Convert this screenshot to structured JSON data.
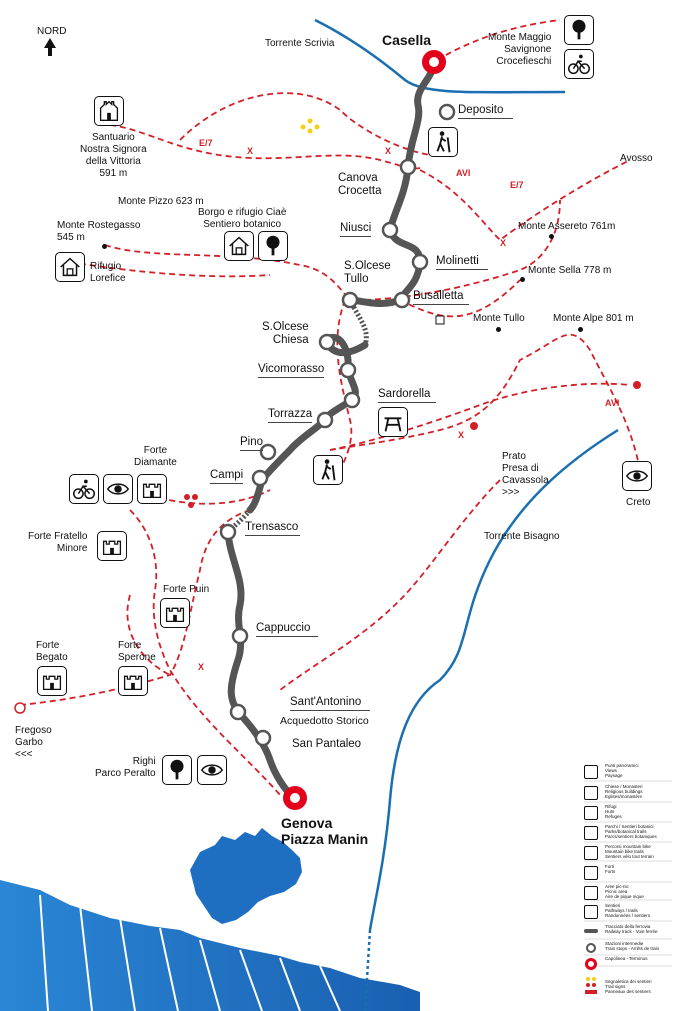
{
  "north": "NORD",
  "stations": {
    "casella": "Casella",
    "deposito": "Deposito",
    "canova": "Canova\nCrocetta",
    "niusci": "Niusci",
    "molinetti": "Molinetti",
    "solcese_tullo": "S.Olcese\nTullo",
    "busalletta": "Busalletta",
    "solcese_chiesa": "S.Olcese\nChiesa",
    "vicomorasso": "Vicomorasso",
    "sardorella": "Sardorella",
    "torrazza": "Torrazza",
    "pino": "Pino",
    "campi": "Campi",
    "trensasco": "Trensasco",
    "cappuccio": "Cappuccio",
    "sant_antonino": "Sant'Antonino",
    "acquedotto": "Acquedotto Storico",
    "san_pantaleo": "San Pantaleo",
    "genova": "Genova\nPiazza Manin"
  },
  "places": {
    "torrente_scrivia": "Torrente Scrivia",
    "monte_maggio": "Monte Maggio\nSavignone\nCrocefieschi",
    "santuario": "Santuario\nNostra Signora\ndella Vittoria\n591 m",
    "avosso": "Avosso",
    "monte_pizzo": "Monte Pizzo 623 m",
    "borgo_ciae": "Borgo e rifugio Ciaè\nSentiero botanico",
    "monte_rostegasso": "Monte Rostegasso\n545 m",
    "rifugio_lorefice": "Rifugio\nLorefice",
    "monte_assereto": "Monte Assereto 761m",
    "monte_sella": "Monte Sella 778 m",
    "monte_tullo": "Monte Tullo",
    "monte_alpe": "Monte Alpe 801 m",
    "forte_diamante": "Forte\nDiamante",
    "prato_presa": "Prato\nPresa di\nCavassola\n>>>",
    "creto": "Creto",
    "torrente_bisagno": "Torrente Bisagno",
    "forte_fratello": "Forte Fratello\nMinore",
    "forte_puin": "Forte Puin",
    "forte_begato": "Forte\nBegato",
    "forte_sperone": "Forte\nSperone",
    "fregoso": "Fregoso\nGarbo\n<<<",
    "righi": "Righi\nParco Peralto"
  },
  "trail_marks": {
    "e7": "E/7",
    "avi": "AVI",
    "x": "X"
  },
  "legend": [
    {
      "icon": "eye-icon",
      "text": "Punti panoramici\nViews\nPaysage"
    },
    {
      "icon": "church-icon",
      "text": "Chiese / Monasteri\nReligious buildings\nEglises/monastère"
    },
    {
      "icon": "house-icon",
      "text": "Rifugi\nHuts\nRefuges"
    },
    {
      "icon": "tree-icon",
      "text": "Parchi / Sentieri botanici\nParks/botanical trails\nParcs/sentiers botaniques"
    },
    {
      "icon": "bike-icon",
      "text": "Percorsi mountain bike\nMountain bike trails\nSentiers vélo tout terrain"
    },
    {
      "icon": "fort-icon",
      "text": "Forti\nForts"
    },
    {
      "icon": "picnic-icon",
      "text": "Aree pic-nic\nPicnic area\nAire de pique nique"
    },
    {
      "icon": "hiker-icon",
      "text": "Sentieri\nPathways / trails\nRandonnées / sentiers"
    },
    {
      "icon": "rail-line-icon",
      "text": "Tracciato della ferrovia\nRailway track - Voie ferrée"
    },
    {
      "icon": "stop-icon",
      "text": "Stazioni intermedie\nTrain stops - Arrêts de train"
    },
    {
      "icon": "terminus-icon",
      "text": "Capolinea - Terminus"
    },
    {
      "icon": "trail-signs-icon",
      "text": "Segnaletica dei sentieri\nTrail signs\nPanneaux des sentiers"
    }
  ],
  "colors": {
    "rail": "#555555",
    "trail": "#d41f26",
    "river": "#1a6fb0",
    "sea": "#1e74c4",
    "terminus": "#e3001b"
  }
}
